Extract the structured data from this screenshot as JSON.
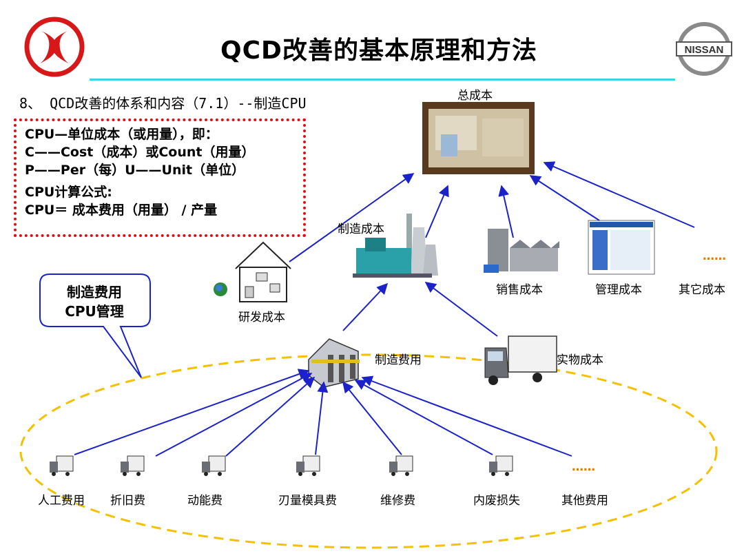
{
  "title": "QCD改善的基本原理和方法",
  "subtitle": "8、 QCD改善的体系和内容（7.1）--制造CPU",
  "definition": {
    "lines": [
      "CPU—单位成本（或用量），即：",
      "C——Cost（成本）或Count（用量）",
      "P——Per（每）U——Unit（单位）",
      "CPU计算公式:",
      "CPU＝ 成本费用（用量） / 产量"
    ]
  },
  "callout": {
    "line1": "制造费用",
    "line2": "CPU管理"
  },
  "nodes": {
    "total": "总成本",
    "manufacturing_cost": "制造成本",
    "rnd_cost": "研发成本",
    "sales_cost": "销售成本",
    "admin_cost": "管理成本",
    "other_cost": "其它成本",
    "other_cost_dots": "……",
    "manufacturing_expense": "制造费用",
    "material_cost": "实物成本"
  },
  "expenses": [
    "人工费用",
    "折旧费",
    "动能费",
    "刃量模具费",
    "维修费",
    "内废损失",
    "其他费用"
  ],
  "expense_dots": "……",
  "logos": {
    "left": "dongfeng-logo",
    "right_text": "NISSAN"
  },
  "colors": {
    "arrow": "#1a22c8",
    "title_rule": "#3ad6e6",
    "box_border": "#e01010",
    "ellipse": "#f5c000",
    "callout_border": "#1a22c8"
  }
}
